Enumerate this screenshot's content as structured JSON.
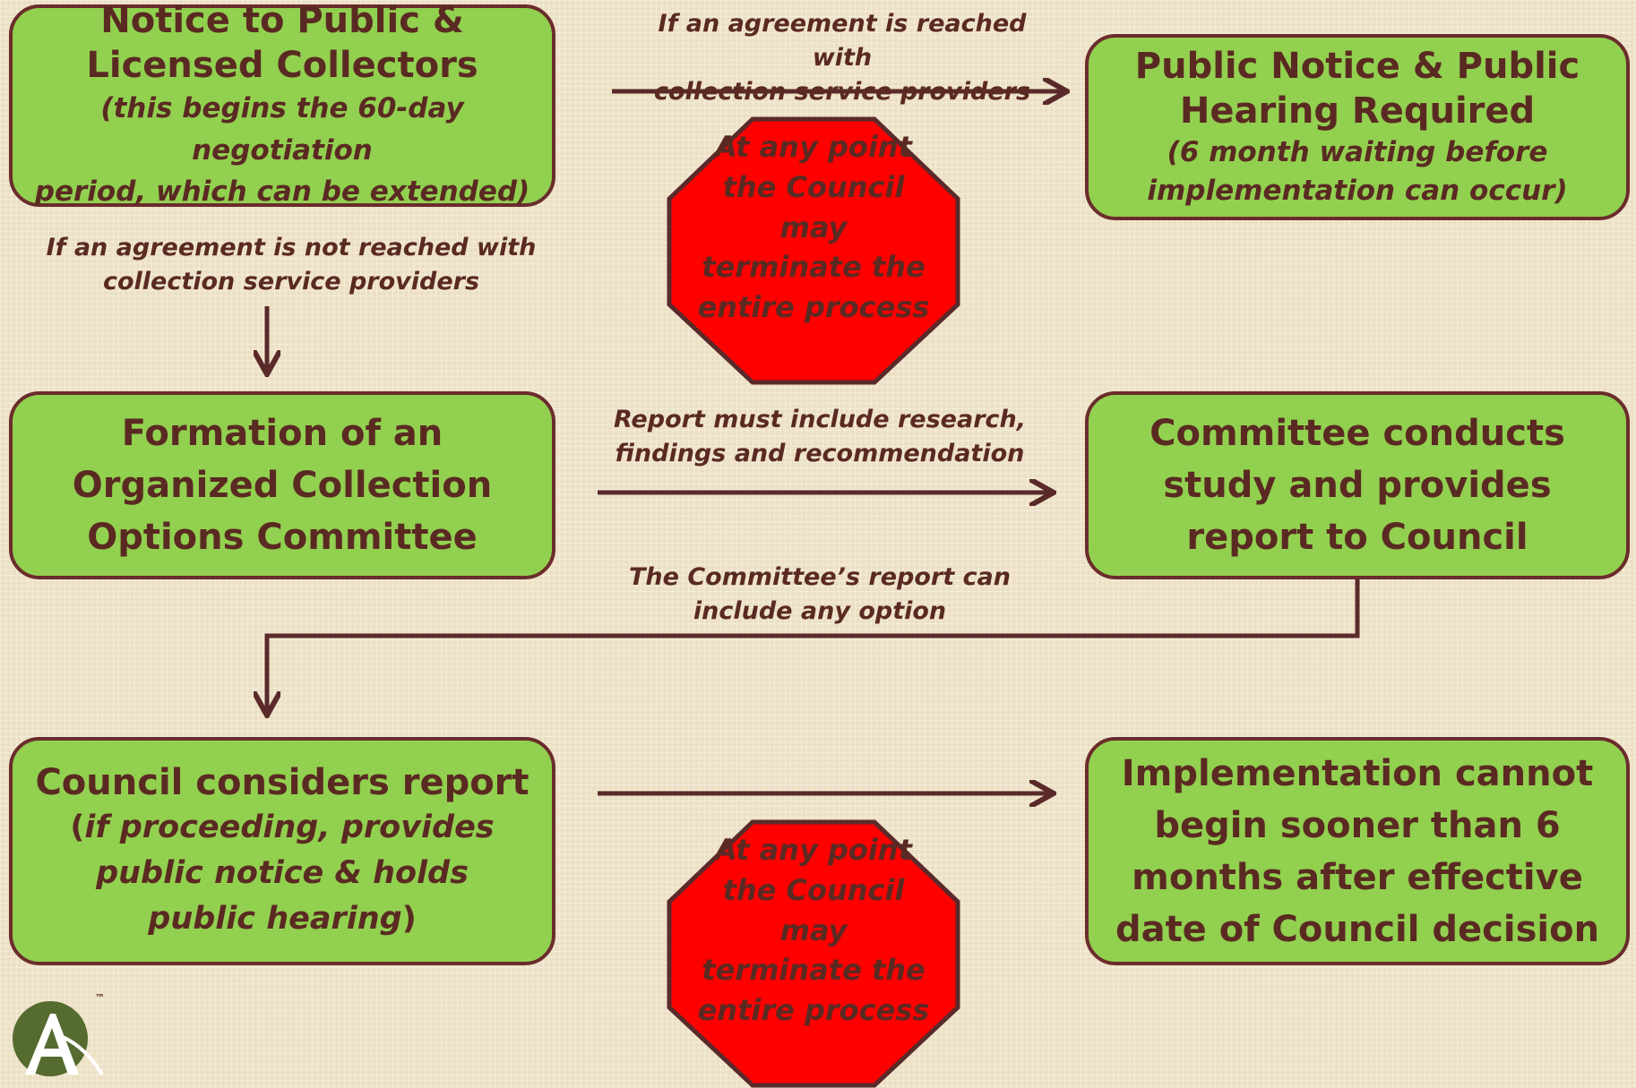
{
  "boxes": {
    "notice": {
      "title_line1": "Notice to Public &",
      "title_line2": "Licensed Collectors",
      "sub_line1": "(this begins the 60-day negotiation",
      "sub_line2": "period, which can be extended)"
    },
    "public_hearing": {
      "title_line1": "Public Notice & Public",
      "title_line2": "Hearing Required",
      "sub_line1": "(6 month waiting before",
      "sub_line2": "implementation can occur)"
    },
    "formation": {
      "line1": "Formation of an",
      "line2": "Organized Collection",
      "line3": "Options Committee"
    },
    "committee": {
      "line1": "Committee conducts",
      "line2": "study and provides",
      "line3": "report to Council"
    },
    "council": {
      "title": "Council considers report",
      "sub_open": "(",
      "sub_line1": "if proceeding, provides",
      "sub_line2": "public notice & holds",
      "sub_line3": "public hearing",
      "sub_close": ")"
    },
    "implementation": {
      "line1": "Implementation cannot",
      "line2": "begin sooner than 6",
      "line3": "months after effective",
      "line4": "date of Council decision"
    }
  },
  "labels": {
    "agreement_reached_1": "If an agreement is reached with",
    "agreement_reached_2": "collection service providers",
    "not_reached_1": "If an agreement is not reached with",
    "not_reached_2": "collection service providers",
    "report_1": "Report must include research,",
    "report_2": "findings and recommendation",
    "option_1": "The Committee’s report can",
    "option_2": "include any option"
  },
  "stop_signs": [
    {
      "line1": "At any point",
      "line2": "the Council",
      "line3": "may",
      "line4": "terminate the",
      "line5": "entire process"
    },
    {
      "line1": "At any point",
      "line2": "the Council",
      "line3": "may",
      "line4": "terminate the",
      "line5": "entire process"
    }
  ],
  "logo": {
    "letter": "A",
    "mark": "™"
  },
  "colors": {
    "box_fill": "#92d050",
    "border": "#6b2c2c",
    "text": "#5a2a22",
    "stop_fill": "#ff0000",
    "background": "#ece0c4"
  }
}
